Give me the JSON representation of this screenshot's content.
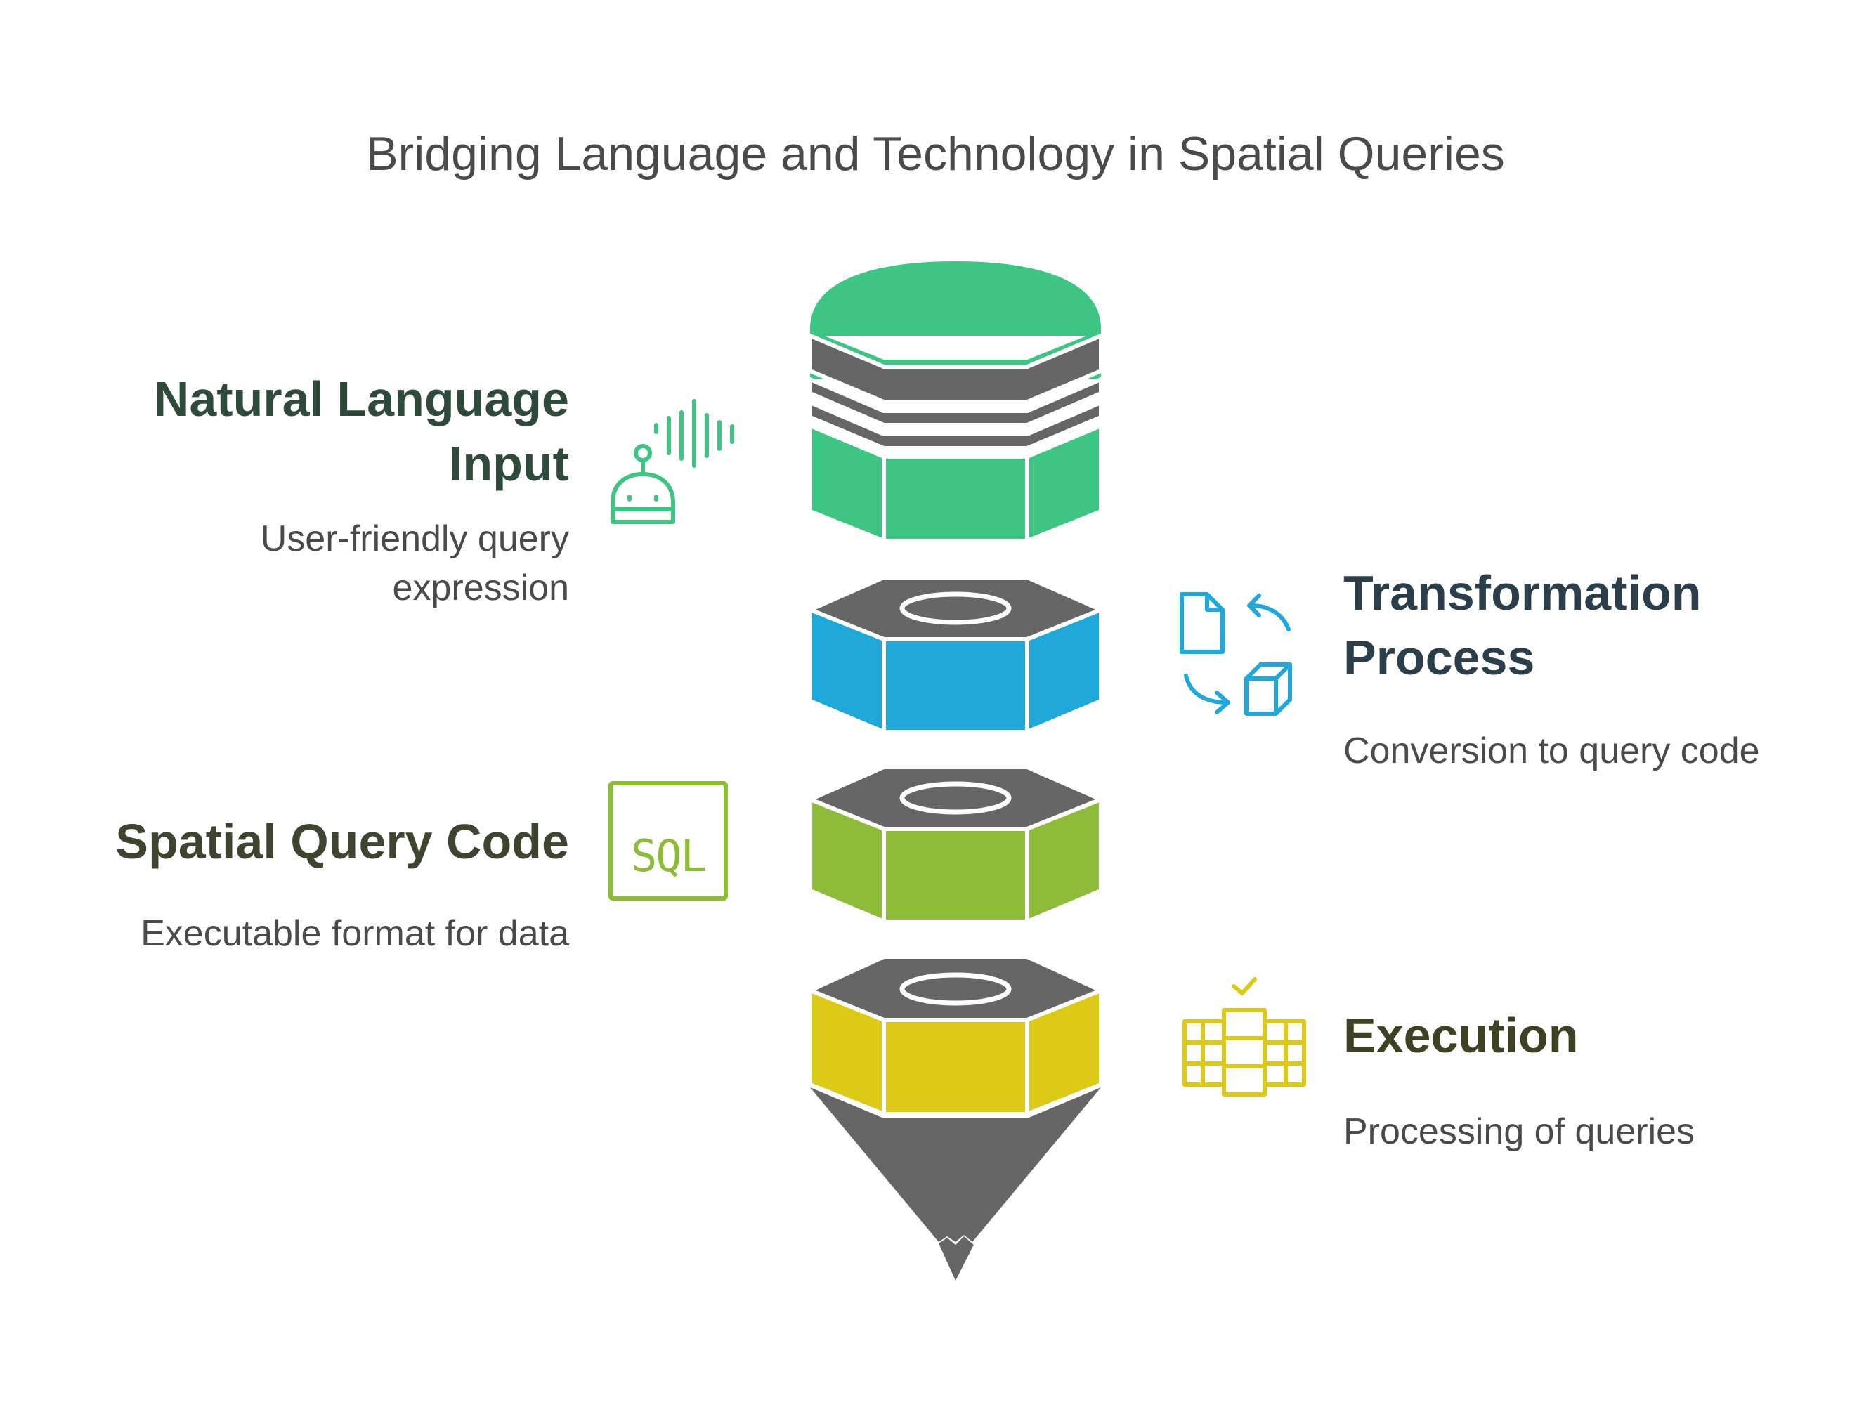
{
  "title": "Bridging Language and Technology in Spatial Queries",
  "steps": [
    {
      "heading_line1": "Natural Language",
      "heading_line2": "Input",
      "description_line1": "User-friendly query",
      "description_line2": "expression",
      "color": "#3ec483",
      "heading_color": "#2f4a3a",
      "icon": "voice-robot-icon"
    },
    {
      "heading_line1": "Transformation",
      "heading_line2": "Process",
      "description": "Conversion to query code",
      "color": "#1fa8d9",
      "heading_color": "#2c3e4a",
      "icon": "document-cube-convert-icon"
    },
    {
      "heading": "Spatial Query Code",
      "description": "Executable format for data",
      "color": "#8fbb3a",
      "heading_color": "#3d4430",
      "icon": "sql-icon",
      "icon_text": "SQL"
    },
    {
      "heading": "Execution",
      "description": "Processing of queries",
      "color": "#dcc918",
      "heading_color": "#404025",
      "icon": "server-check-icon"
    }
  ],
  "colors": {
    "dark": "#666666",
    "outline": "#ffffff"
  }
}
